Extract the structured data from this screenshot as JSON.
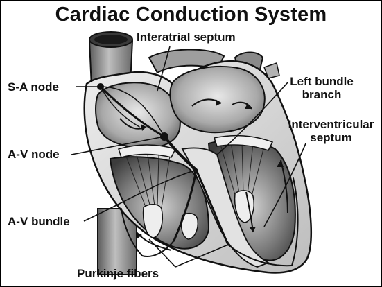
{
  "title": "Cardiac Conduction System",
  "labels": {
    "interatrial_septum": "Interatrial septum",
    "sa_node": "S-A node",
    "av_node": "A-V node",
    "av_bundle": "A-V bundle",
    "left_bundle_branch": [
      "Left bundle",
      "branch"
    ],
    "interventricular_septum": [
      "Interventricular",
      "septum"
    ],
    "purkinje_fibers": "Purkinje fibers"
  },
  "colors": {
    "ink": "#111111",
    "tissue_light": "#dcdcdc",
    "tissue_mid": "#9a9a9a",
    "tissue_dark": "#5a5a5a",
    "background": "#ffffff"
  }
}
